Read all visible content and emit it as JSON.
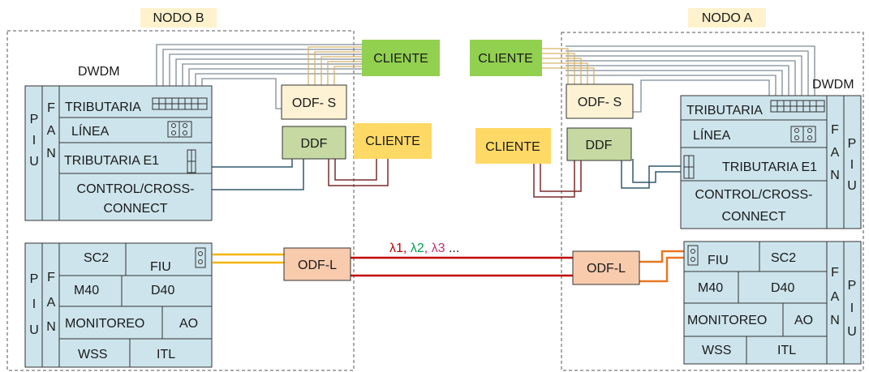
{
  "nodes": {
    "b": {
      "title": "NODO B",
      "dwdm_label": "DWDM",
      "eq1": {
        "piu": "PIU",
        "fan": "FAN",
        "tributaria": "TRIBUTARIA",
        "linea": "LÍNEA",
        "tributaria_e1": "TRIBUTARIA E1",
        "control_1": "CONTROL/CROSS-",
        "control_2": "CONNECT"
      },
      "eq2": {
        "piu": "PIU",
        "fan": "FAN",
        "sc2": "SC2",
        "fiu": "FIU",
        "m40": "M40",
        "d40": "D40",
        "monitoreo": "MONITOREO",
        "ao": "AO",
        "wss": "WSS",
        "itl": "ITL"
      },
      "odf_s": "ODF- S",
      "ddf": "DDF",
      "odf_l": "ODF-L",
      "cliente_1": "CLIENTE",
      "cliente_2": "CLIENTE"
    },
    "a": {
      "title": "NODO A",
      "dwdm_label": "DWDM",
      "eq1": {
        "piu": "PIU",
        "fan": "FAN",
        "tributaria": "TRIBUTARIA",
        "linea": "LÍNEA",
        "tributaria_e1": "TRIBUTARIA E1",
        "control_1": "CONTROL/CROSS-",
        "control_2": "CONNECT"
      },
      "eq2": {
        "piu": "PIU",
        "fan": "FAN",
        "sc2": "SC2",
        "fiu": "FIU",
        "m40": "M40",
        "d40": "D40",
        "monitoreo": "MONITOREO",
        "ao": "AO",
        "wss": "WSS",
        "itl": "ITL"
      },
      "odf_s": "ODF- S",
      "ddf": "DDF",
      "odf_l": "ODF-L",
      "cliente_1": "CLIENTE",
      "cliente_2": "CLIENTE"
    }
  },
  "lambdas": {
    "l1": "λ1",
    "sep1": ",",
    "l2": "λ2",
    "sep2": ",",
    "l3": "λ3",
    "ellipsis": "..."
  },
  "colors": {
    "equipment_fill": "#cde4ec",
    "odf_fill": "#fdf2d4",
    "ddf_fill": "#c6d9a2",
    "odf_l_fill": "#f8cbad",
    "cliente_green": "#92d050",
    "cliente_yellow": "#ffd966",
    "title_fill": "#fff2cc",
    "fiber_gray": "#7f8c97",
    "fiber_tan": "#d6b46a",
    "e1_blue": "#31596b",
    "e1_maroon": "#7b2c2c",
    "patch_yellow": "#f4b400",
    "patch_orange": "#e87722",
    "line_red": "#c00000",
    "lambda_red": "#c00000",
    "lambda_green": "#00a050",
    "lambda_pink": "#c0336f"
  }
}
